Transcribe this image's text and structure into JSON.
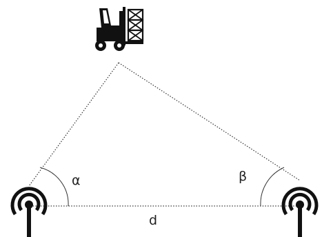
{
  "labels": {
    "angle_left": "α",
    "angle_right": "β",
    "baseline": "d"
  },
  "icons": {
    "target": "forklift-icon",
    "left_station": "antenna-icon",
    "right_station": "antenna-icon"
  },
  "colors": {
    "ink": "#111111",
    "line": "#333333"
  }
}
